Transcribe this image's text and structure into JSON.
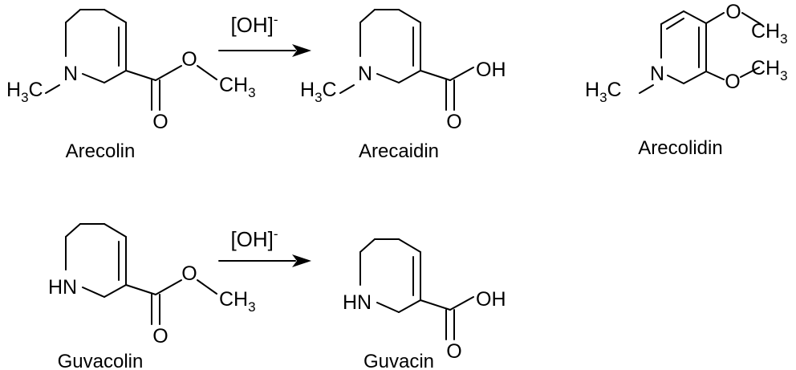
{
  "reactions": {
    "top": {
      "reactant_name": "Arecolin",
      "product_name": "Arecaidin",
      "reagent": "[OH]",
      "reagent_charge": "-"
    },
    "bottom": {
      "reactant_name": "Guvacolin",
      "product_name": "Guvacin",
      "reagent": "[OH]",
      "reagent_charge": "-"
    }
  },
  "standalone": {
    "name": "Arecolidin"
  },
  "atoms": {
    "N": "N",
    "HN": "HN",
    "H": "H",
    "C": "C",
    "sub3": "3",
    "CH": "CH",
    "O": "O",
    "OH": "OH"
  }
}
